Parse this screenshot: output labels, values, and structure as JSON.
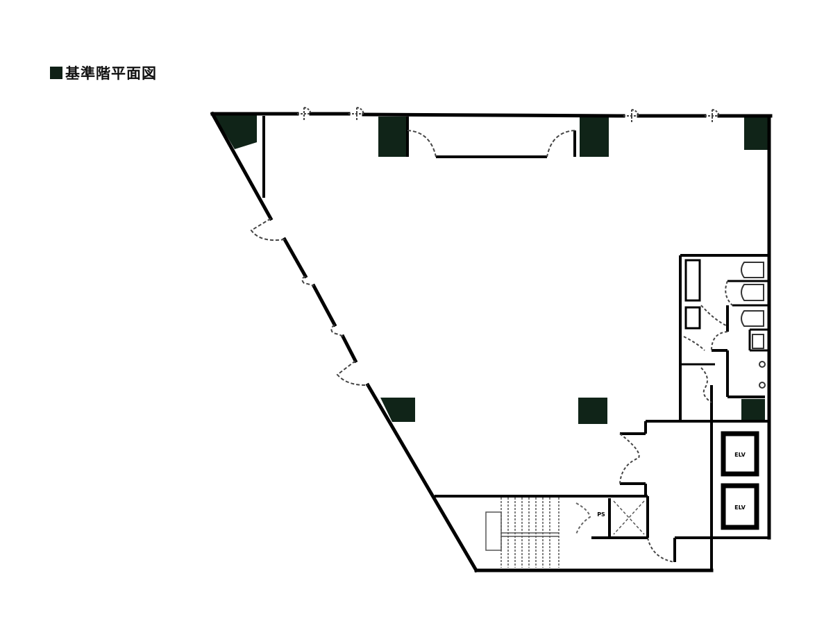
{
  "title": {
    "marker_color": "#0f2016",
    "text": "基準階平面図"
  },
  "plan": {
    "wall_color": "#000000",
    "column_color": "#102418",
    "dashed_color": "#444444",
    "labels": {
      "elevator_1": "ELV",
      "elevator_2": "ELV",
      "pipe_shaft": "PS"
    },
    "rooms": [
      {
        "name": "office-floor"
      },
      {
        "name": "restrooms"
      },
      {
        "name": "elevator-hall"
      },
      {
        "name": "staircase"
      },
      {
        "name": "pipe-shaft"
      },
      {
        "name": "duct-space"
      }
    ]
  }
}
